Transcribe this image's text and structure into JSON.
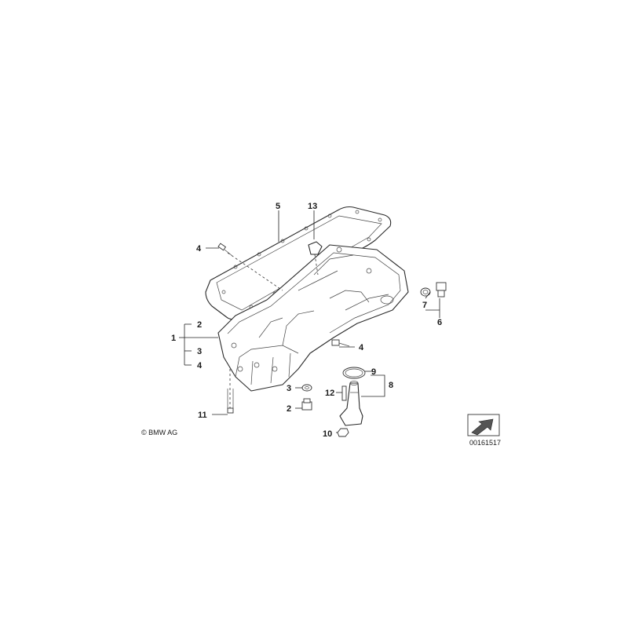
{
  "labels": {
    "p1": "1",
    "p2a": "2",
    "p2b": "2",
    "p3a": "3",
    "p3b": "3",
    "p4a": "4",
    "p4b": "4",
    "p4c": "4",
    "p5": "5",
    "p6": "6",
    "p7": "7",
    "p8": "8",
    "p9": "9",
    "p10": "10",
    "p11": "11",
    "p12": "12",
    "p13": "13"
  },
  "copyright": "© BMW AG",
  "image_number": "00161517",
  "colors": {
    "line": "#2a2a2a",
    "background": "#ffffff"
  }
}
